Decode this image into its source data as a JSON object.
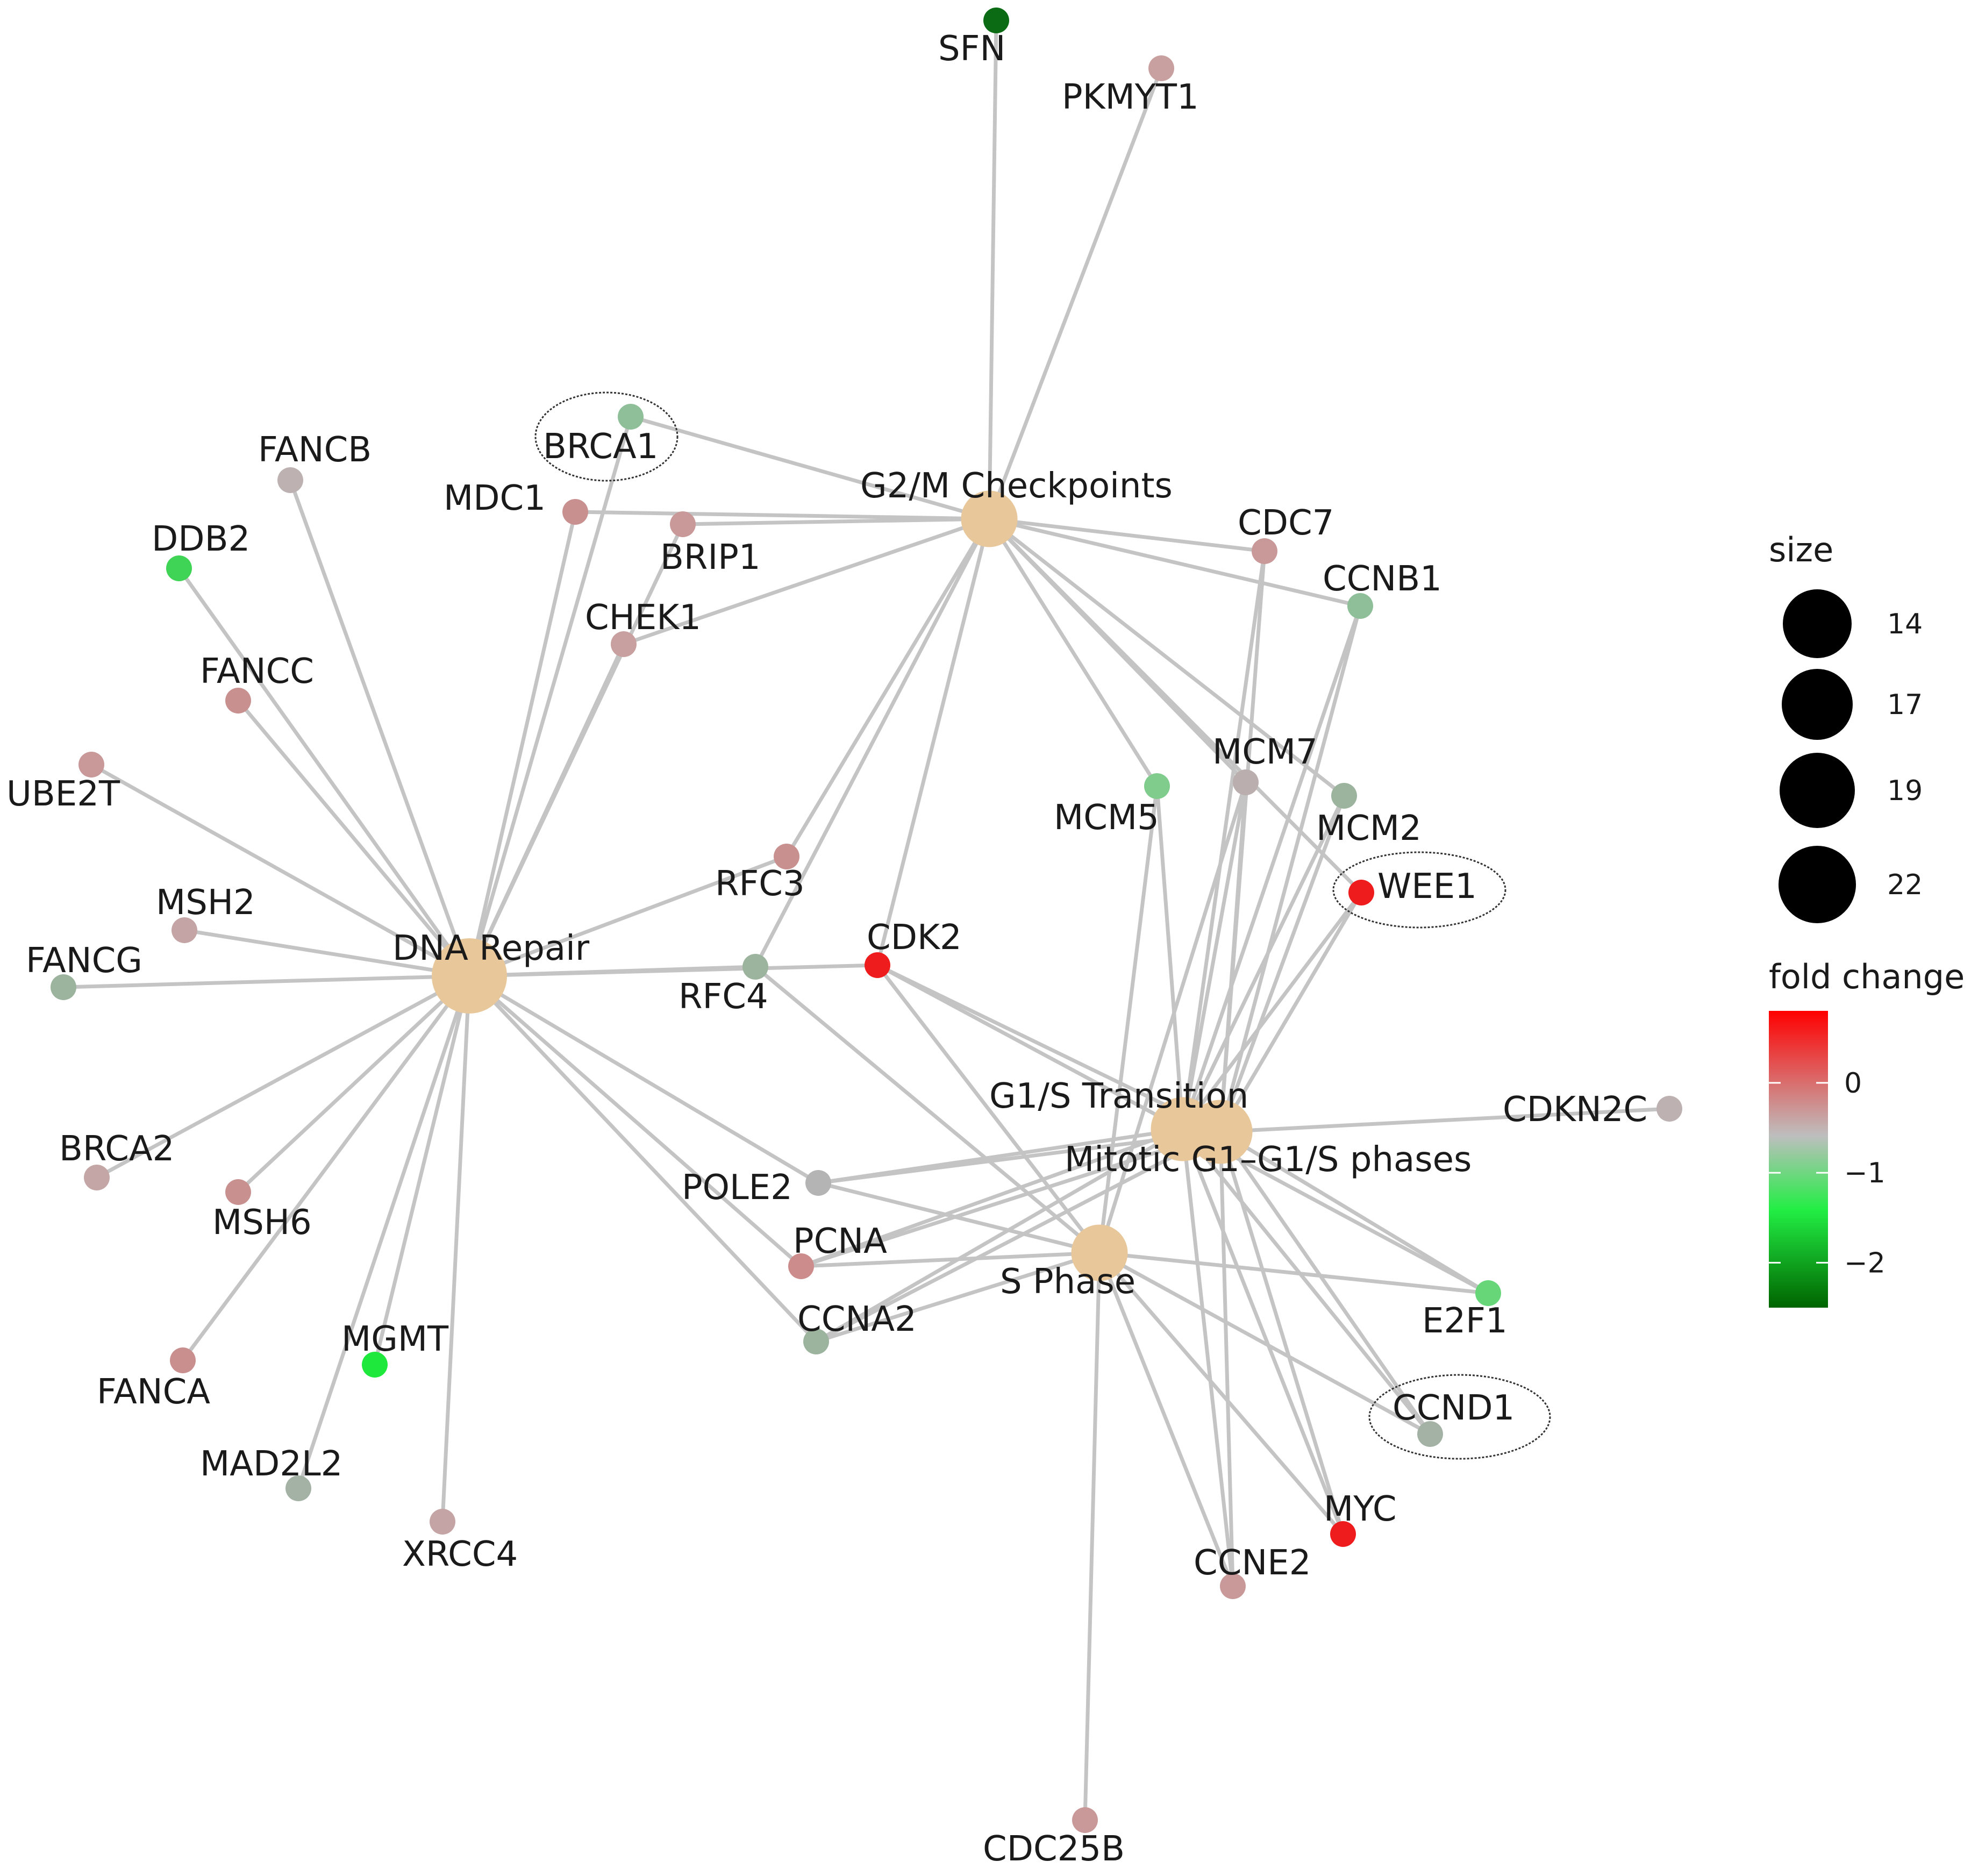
{
  "category_color": "#e8c79a",
  "edge_color": "#c4c4c4",
  "categories": [
    {
      "id": "g2m",
      "label": "G2/M Checkpoints",
      "size": 17
    },
    {
      "id": "dna",
      "label": "DNA Repair",
      "size": 22
    },
    {
      "id": "g1s",
      "label": "G1/S Transition",
      "size": 19
    },
    {
      "id": "mit",
      "label": "Mitotic G1–G1/S phases",
      "size": 19
    },
    {
      "id": "sph",
      "label": "S Phase",
      "size": 17
    }
  ],
  "genes": [
    {
      "id": "SFN",
      "color": "#0a6b14"
    },
    {
      "id": "PKMYT1",
      "color": "#c9a0a0"
    },
    {
      "id": "BRCA1",
      "color": "#8fbf98"
    },
    {
      "id": "FANCB",
      "color": "#bdb1b1"
    },
    {
      "id": "MDC1",
      "color": "#c99090"
    },
    {
      "id": "BRIP1",
      "color": "#c99898"
    },
    {
      "id": "DDB2",
      "color": "#3fd455"
    },
    {
      "id": "CHEK1",
      "color": "#c8a0a0"
    },
    {
      "id": "FANCC",
      "color": "#c99090"
    },
    {
      "id": "UBE2T",
      "color": "#c99898"
    },
    {
      "id": "MSH2",
      "color": "#c4a4a4"
    },
    {
      "id": "FANCG",
      "color": "#9cb39e"
    },
    {
      "id": "BRCA2",
      "color": "#c4a6a6"
    },
    {
      "id": "MSH6",
      "color": "#c99090"
    },
    {
      "id": "FANCA",
      "color": "#c98e8e"
    },
    {
      "id": "MGMT",
      "color": "#1ee83c"
    },
    {
      "id": "MAD2L2",
      "color": "#a4b2a6"
    },
    {
      "id": "XRCC4",
      "color": "#c4a4a4"
    },
    {
      "id": "RFC3",
      "color": "#c99090"
    },
    {
      "id": "RFC4",
      "color": "#9cb39e"
    },
    {
      "id": "CDK2",
      "color": "#ee1c1c"
    },
    {
      "id": "POLE2",
      "color": "#b4b4b4"
    },
    {
      "id": "PCNA",
      "color": "#cc8c8c"
    },
    {
      "id": "CCNA2",
      "color": "#9cb39e"
    },
    {
      "id": "CDC7",
      "color": "#c99898"
    },
    {
      "id": "CCNB1",
      "color": "#8fbf98"
    },
    {
      "id": "MCM7",
      "color": "#bbaeae"
    },
    {
      "id": "MCM5",
      "color": "#7fcc8c"
    },
    {
      "id": "MCM2",
      "color": "#9cb39e"
    },
    {
      "id": "WEE1",
      "color": "#ee1c1c"
    },
    {
      "id": "CDKN2C",
      "color": "#bdb1b1"
    },
    {
      "id": "E2F1",
      "color": "#66d678"
    },
    {
      "id": "CCND1",
      "color": "#a4b2a6"
    },
    {
      "id": "MYC",
      "color": "#ee1c1c"
    },
    {
      "id": "CCNE2",
      "color": "#c99898"
    },
    {
      "id": "CDC25B",
      "color": "#c99898"
    }
  ],
  "edges": [
    [
      "SFN",
      "g2m"
    ],
    [
      "PKMYT1",
      "g2m"
    ],
    [
      "BRCA1",
      "g2m"
    ],
    [
      "BRCA1",
      "dna"
    ],
    [
      "MDC1",
      "g2m"
    ],
    [
      "MDC1",
      "dna"
    ],
    [
      "BRIP1",
      "g2m"
    ],
    [
      "BRIP1",
      "dna"
    ],
    [
      "CHEK1",
      "g2m"
    ],
    [
      "CHEK1",
      "dna"
    ],
    [
      "FANCB",
      "dna"
    ],
    [
      "DDB2",
      "dna"
    ],
    [
      "FANCC",
      "dna"
    ],
    [
      "UBE2T",
      "dna"
    ],
    [
      "MSH2",
      "dna"
    ],
    [
      "FANCG",
      "dna"
    ],
    [
      "BRCA2",
      "dna"
    ],
    [
      "MSH6",
      "dna"
    ],
    [
      "FANCA",
      "dna"
    ],
    [
      "MGMT",
      "dna"
    ],
    [
      "MAD2L2",
      "dna"
    ],
    [
      "XRCC4",
      "dna"
    ],
    [
      "RFC3",
      "dna"
    ],
    [
      "RFC3",
      "g2m"
    ],
    [
      "RFC4",
      "dna"
    ],
    [
      "RFC4",
      "g2m"
    ],
    [
      "RFC4",
      "sph"
    ],
    [
      "CDK2",
      "dna"
    ],
    [
      "CDK2",
      "g2m"
    ],
    [
      "CDK2",
      "g1s"
    ],
    [
      "CDK2",
      "mit"
    ],
    [
      "CDK2",
      "sph"
    ],
    [
      "POLE2",
      "dna"
    ],
    [
      "POLE2",
      "g1s"
    ],
    [
      "POLE2",
      "mit"
    ],
    [
      "POLE2",
      "sph"
    ],
    [
      "PCNA",
      "dna"
    ],
    [
      "PCNA",
      "g1s"
    ],
    [
      "PCNA",
      "mit"
    ],
    [
      "PCNA",
      "sph"
    ],
    [
      "CCNA2",
      "dna"
    ],
    [
      "CCNA2",
      "g1s"
    ],
    [
      "CCNA2",
      "mit"
    ],
    [
      "CCNA2",
      "sph"
    ],
    [
      "CDC7",
      "g2m"
    ],
    [
      "CDC7",
      "g1s"
    ],
    [
      "CDC7",
      "mit"
    ],
    [
      "CCNB1",
      "g2m"
    ],
    [
      "CCNB1",
      "g1s"
    ],
    [
      "CCNB1",
      "mit"
    ],
    [
      "MCM7",
      "g2m"
    ],
    [
      "MCM7",
      "g1s"
    ],
    [
      "MCM7",
      "mit"
    ],
    [
      "MCM7",
      "sph"
    ],
    [
      "MCM5",
      "g2m"
    ],
    [
      "MCM5",
      "g1s"
    ],
    [
      "MCM5",
      "sph"
    ],
    [
      "MCM2",
      "g2m"
    ],
    [
      "MCM2",
      "g1s"
    ],
    [
      "MCM2",
      "mit"
    ],
    [
      "WEE1",
      "g2m"
    ],
    [
      "WEE1",
      "g1s"
    ],
    [
      "WEE1",
      "mit"
    ],
    [
      "CDKN2C",
      "mit"
    ],
    [
      "E2F1",
      "g1s"
    ],
    [
      "E2F1",
      "mit"
    ],
    [
      "E2F1",
      "sph"
    ],
    [
      "CCND1",
      "g1s"
    ],
    [
      "CCND1",
      "mit"
    ],
    [
      "CCND1",
      "sph"
    ],
    [
      "MYC",
      "g1s"
    ],
    [
      "MYC",
      "mit"
    ],
    [
      "MYC",
      "sph"
    ],
    [
      "CCNE2",
      "g1s"
    ],
    [
      "CCNE2",
      "mit"
    ],
    [
      "CCNE2",
      "sph"
    ],
    [
      "CDC25B",
      "sph"
    ]
  ],
  "highlighted": [
    "BRCA1",
    "WEE1",
    "CCND1"
  ],
  "legend": {
    "size_title": "size",
    "size_values": [
      14,
      17,
      19,
      22
    ],
    "color_title": "fold change",
    "color_ticks": [
      "0",
      "−1",
      "−2"
    ],
    "color_min": -2.5,
    "color_max": 0.8,
    "colors": [
      "#006400",
      "#22ee44",
      "#bebebe",
      "#ff0000"
    ]
  }
}
